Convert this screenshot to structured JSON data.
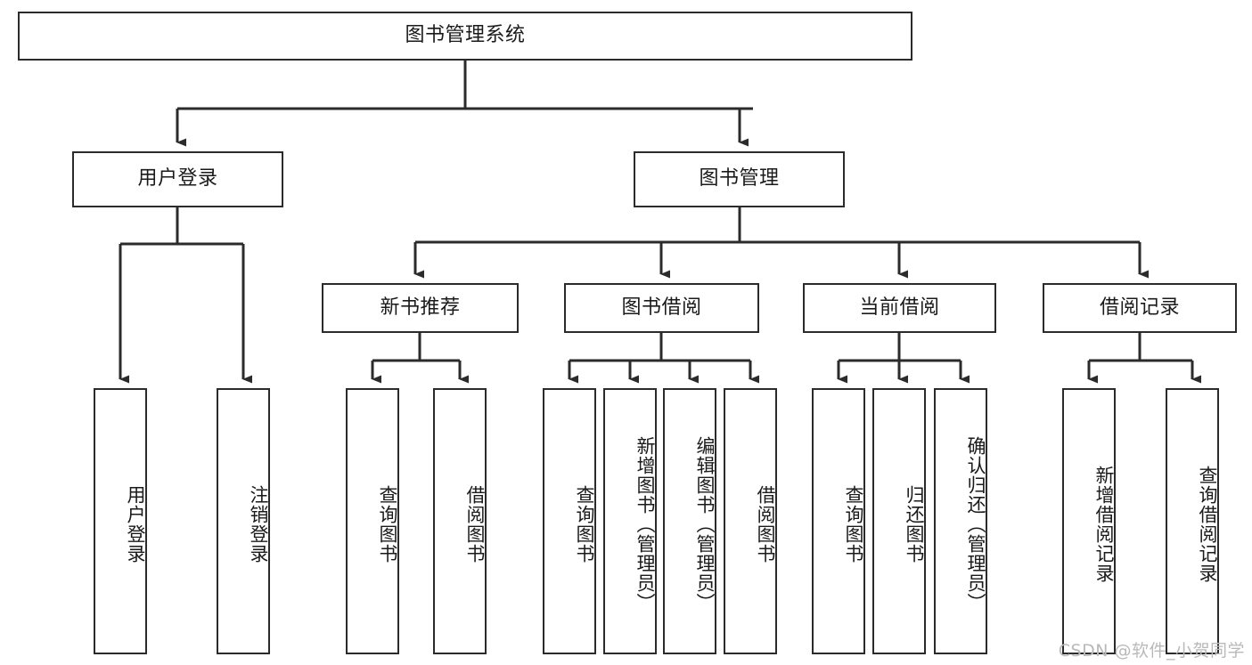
{
  "diagram": {
    "title": "图书管理系统",
    "type": "tree-hierarchy",
    "levels": 4
  },
  "root": {
    "label": "图书管理系统"
  },
  "level1": [
    {
      "id": "user-login",
      "label": "用户登录"
    },
    {
      "id": "book-management",
      "label": "图书管理"
    }
  ],
  "level2": [
    {
      "id": "new-book-recommend",
      "label": "新书推荐"
    },
    {
      "id": "book-borrow",
      "label": "图书借阅"
    },
    {
      "id": "current-borrow",
      "label": "当前借阅"
    },
    {
      "id": "borrow-record",
      "label": "借阅记录"
    }
  ],
  "leaves": {
    "user_login": [
      {
        "id": "leaf-user-login",
        "label": "用户登录"
      },
      {
        "id": "leaf-logout-login",
        "label": "注销登录"
      }
    ],
    "new_book_recommend": [
      {
        "id": "leaf-query-book-1",
        "label": "查询图书"
      },
      {
        "id": "leaf-borrow-book-1",
        "label": "借阅图书"
      }
    ],
    "book_borrow": [
      {
        "id": "leaf-query-book-2",
        "label": "查询图书"
      },
      {
        "id": "leaf-add-book",
        "label": "新增图书（管理员）"
      },
      {
        "id": "leaf-edit-book",
        "label": "编辑图书（管理员）"
      },
      {
        "id": "leaf-borrow-book-2",
        "label": "借阅图书"
      }
    ],
    "current_borrow": [
      {
        "id": "leaf-query-book-3",
        "label": "查询图书"
      },
      {
        "id": "leaf-return-book",
        "label": "归还图书"
      },
      {
        "id": "leaf-confirm-return",
        "label": "确认归还（管理员）"
      }
    ],
    "borrow_record": [
      {
        "id": "leaf-add-borrow-record",
        "label": "新增借阅记录"
      },
      {
        "id": "leaf-query-borrow-record",
        "label": "查询借阅记录"
      }
    ]
  },
  "watermark": {
    "text": "CSDN @软件_小贺同学"
  },
  "colors": {
    "stroke": "#2b2b2b",
    "background": "#ffffff",
    "text": "#1a1a1a",
    "watermark": "#b9b9b9"
  }
}
